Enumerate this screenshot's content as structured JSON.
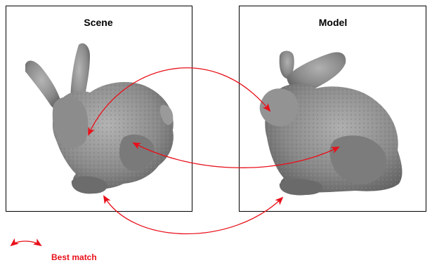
{
  "panels": {
    "scene": {
      "title": "Scene"
    },
    "model": {
      "title": "Model"
    }
  },
  "legend": {
    "label": "Best match"
  },
  "colors": {
    "arrow": "#e8101a",
    "frame": "#000000",
    "bunny_base": "#8a8a8a",
    "bunny_shadow": "#5e5e5e",
    "bunny_light": "#b0b0b0",
    "background": "#ffffff"
  },
  "icons": {
    "legend_symbol": "double-headed-curved-arrow-icon"
  }
}
